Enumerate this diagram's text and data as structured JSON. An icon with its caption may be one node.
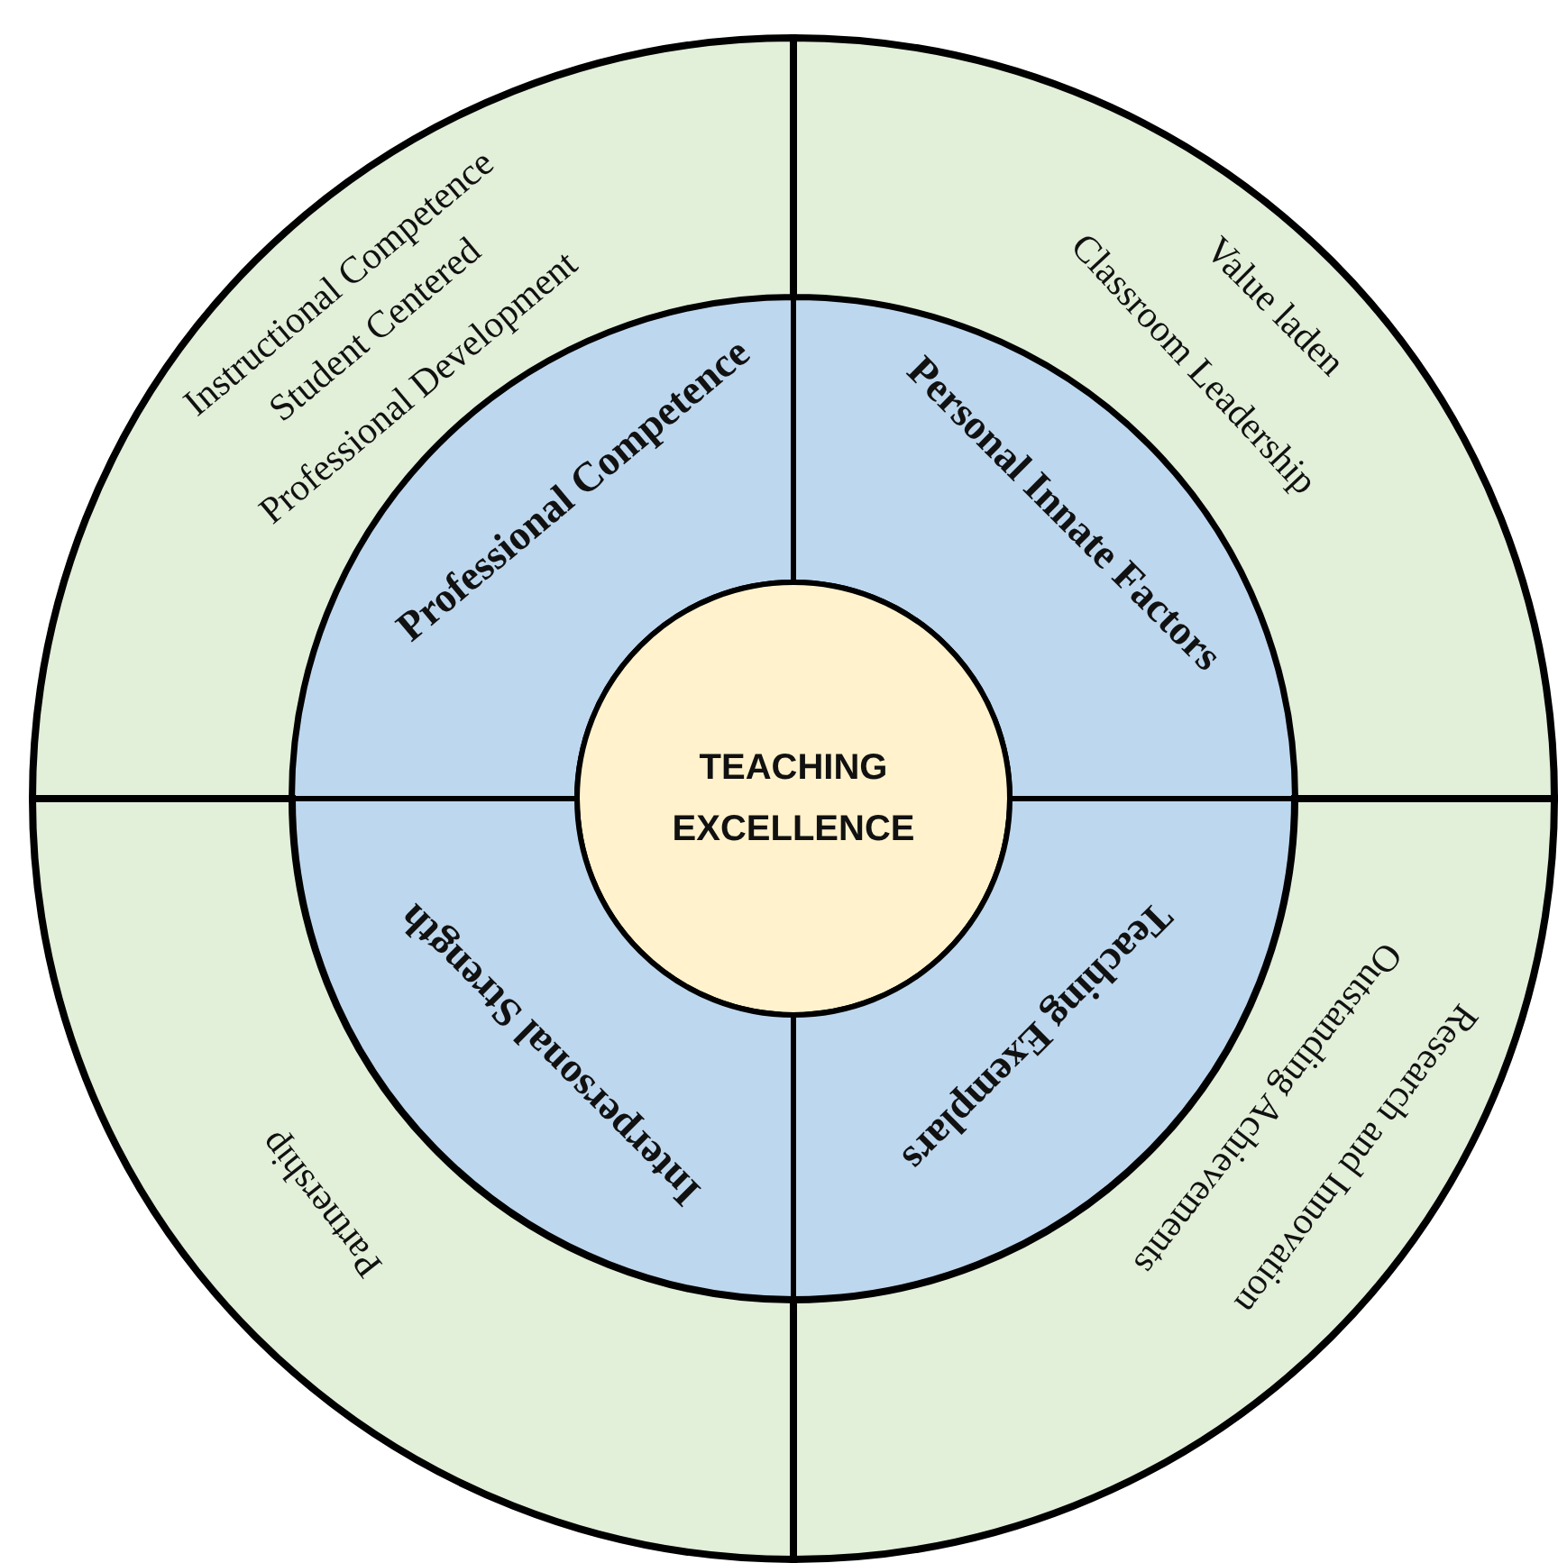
{
  "diagram": {
    "nodes": [
      {
        "text": [
          "Instructional Competence",
          "Student Centered",
          "Professional Development"
        ]
      },
      {
        "text": [
          "Value laden",
          "Classroom Leadership"
        ]
      },
      {
        "text": [
          "Professional Competence"
        ]
      },
      {
        "text": [
          "Personal Innate Factors"
        ]
      },
      {
        "text": [
          "TEACHING EXCELLENCE"
        ]
      },
      {
        "text": [
          "Interpersonal Strength"
        ]
      },
      {
        "text": [
          "Teaching Exemplars"
        ]
      },
      {
        "text": [
          "Partnership"
        ]
      },
      {
        "text": [
          "Outstanding Achievements",
          "Research and Innovation"
        ]
      }
    ],
    "edges": []
  }
}
